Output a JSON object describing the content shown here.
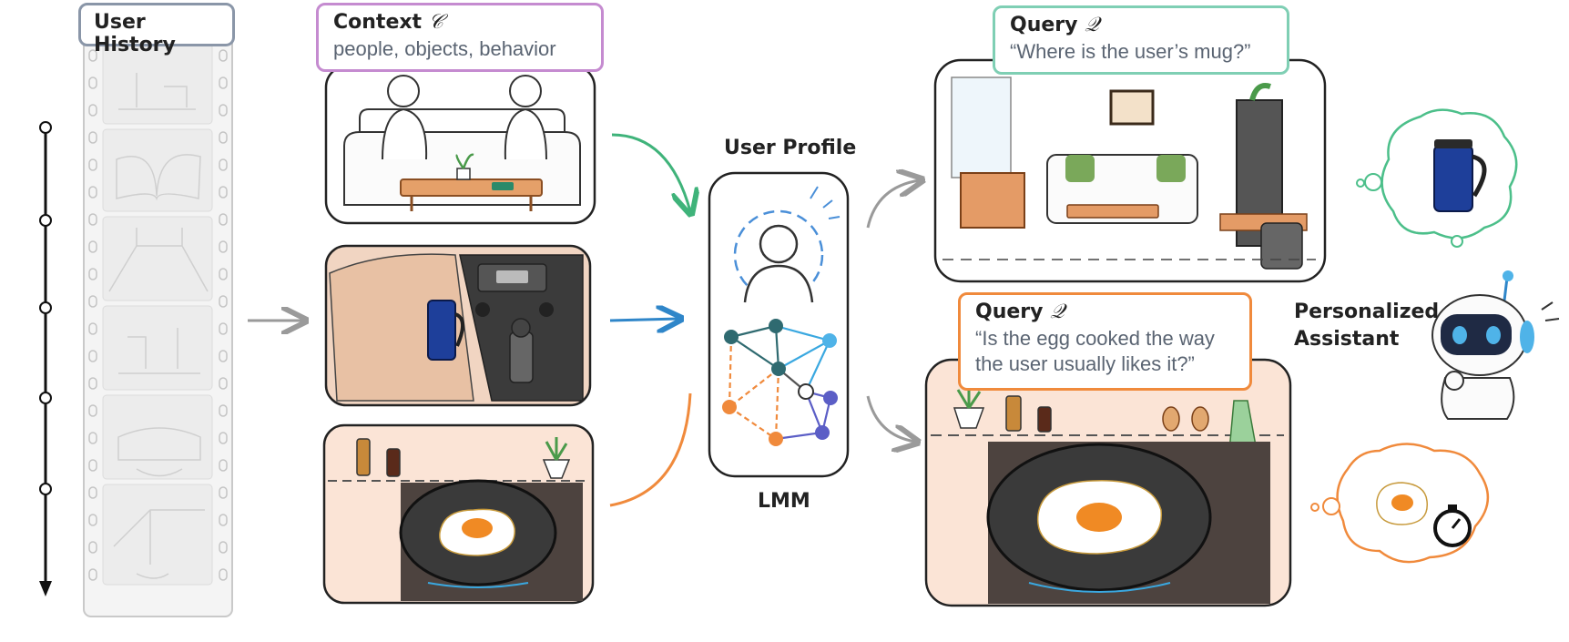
{
  "history": {
    "title": "User History"
  },
  "context": {
    "title": "Context",
    "symbol": "𝒞",
    "subtitle": "people, objects, behavior"
  },
  "profile": {
    "title": "User Profile",
    "model_label": "LMM"
  },
  "query1": {
    "title": "Query",
    "symbol": "𝒬",
    "text": "“Where is the user’s mug?”"
  },
  "query2": {
    "title": "Query",
    "symbol": "𝒬",
    "text_line1": "“Is the egg cooked the way",
    "text_line2": "the user usually likes it?”"
  },
  "assistant": {
    "line1": "Personalized",
    "line2": "Assistant"
  },
  "colors": {
    "green": "#4cbf8a",
    "blue": "#2f86c9",
    "orange": "#f08a3c",
    "purple": "#c58bd0",
    "teal": "#7fcfb4",
    "gray": "#9a9a9a"
  }
}
